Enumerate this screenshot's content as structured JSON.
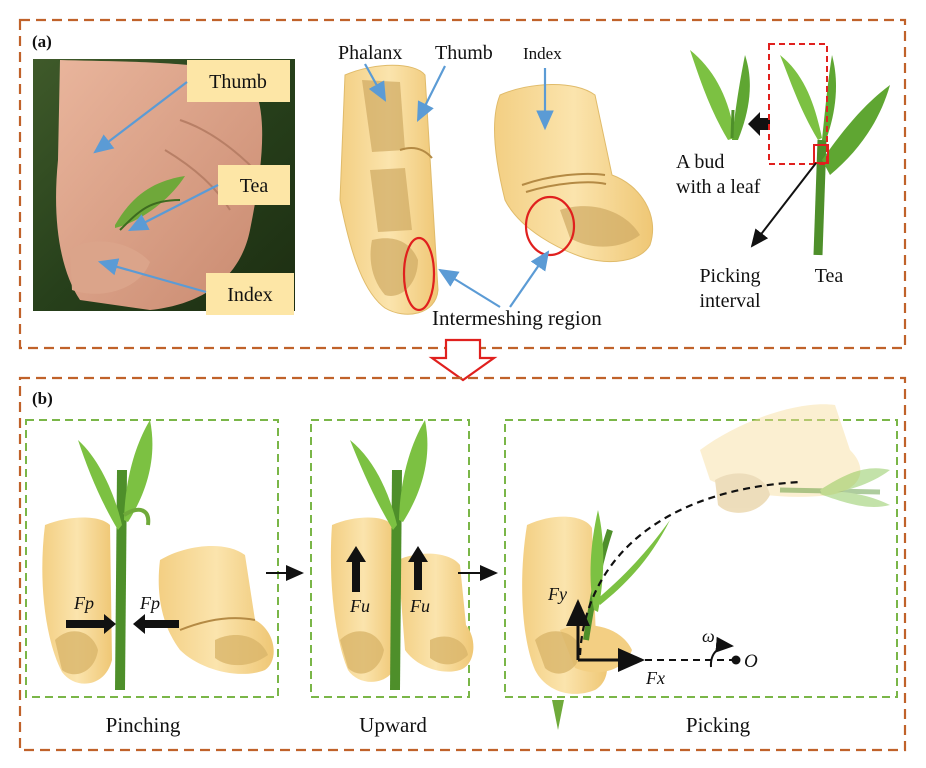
{
  "panel_a": {
    "tag": "(a)",
    "photo_labels": {
      "thumb": "Thumb",
      "tea": "Tea",
      "index": "Index"
    },
    "finger_labels": {
      "phalanx": "Phalanx",
      "thumb": "Thumb",
      "index": "Index",
      "intermeshing": "Intermeshing region"
    },
    "tea_labels": {
      "bud_line1": "A bud",
      "bud_line2": "with a leaf",
      "picking_line1": "Picking",
      "picking_line2": "interval",
      "tea": "Tea"
    }
  },
  "panel_b": {
    "tag": "(b)",
    "pinching": {
      "caption": "Pinching",
      "force_left": "Fp",
      "force_right": "Fp"
    },
    "upward": {
      "caption": "Upward",
      "force_left": "Fu",
      "force_right": "Fu"
    },
    "picking": {
      "caption": "Picking",
      "fy": "Fy",
      "fx": "Fx",
      "omega": "ω",
      "origin": "O"
    }
  },
  "colors": {
    "outer_dash": "#c0622a",
    "inner_dash": "#7ab648",
    "finger": "#f8dc9a",
    "finger_shade": "#d9b56a",
    "leaf": "#7cc142",
    "stem": "#4e8f2a",
    "callout_arrow": "#5b9bd5",
    "ring": "#e0201e"
  }
}
